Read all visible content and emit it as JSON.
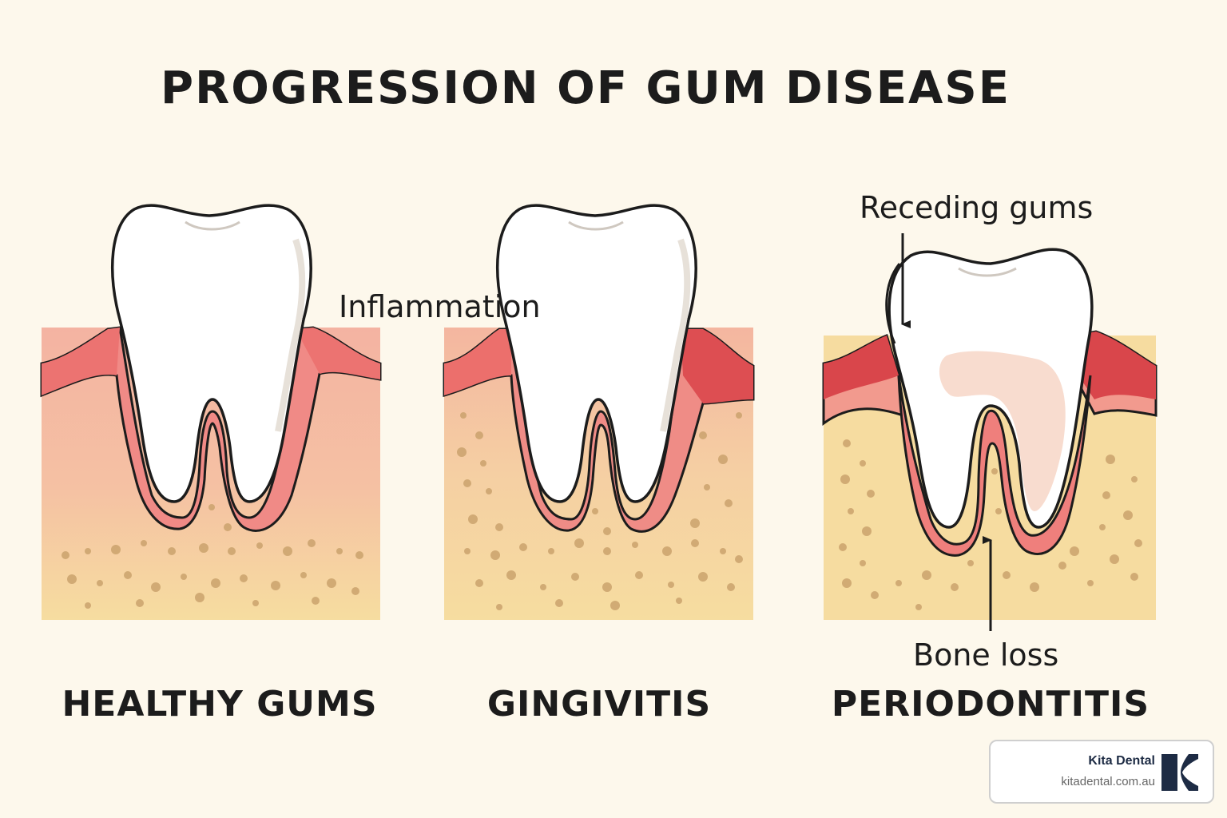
{
  "title": "PROGRESSION OF GUM DISEASE",
  "stages": [
    {
      "label": "HEALTHY GUMS"
    },
    {
      "label": "GINGIVITIS"
    },
    {
      "label": "PERIODONTITIS"
    }
  ],
  "annotations": {
    "inflammation": "Inflammation",
    "receding_gums": "Receding gums",
    "bone_loss": "Bone loss"
  },
  "brand": {
    "name": "Kita Dental",
    "url": "kitadental.com.au"
  },
  "colors": {
    "background": "#fdf8ec",
    "gum_healthy": "#f08080",
    "gum_inflamed": "#d9464b",
    "bone": "#f6dca0",
    "bone_dots": "#c9a06a",
    "tooth": "#ffffff"
  }
}
